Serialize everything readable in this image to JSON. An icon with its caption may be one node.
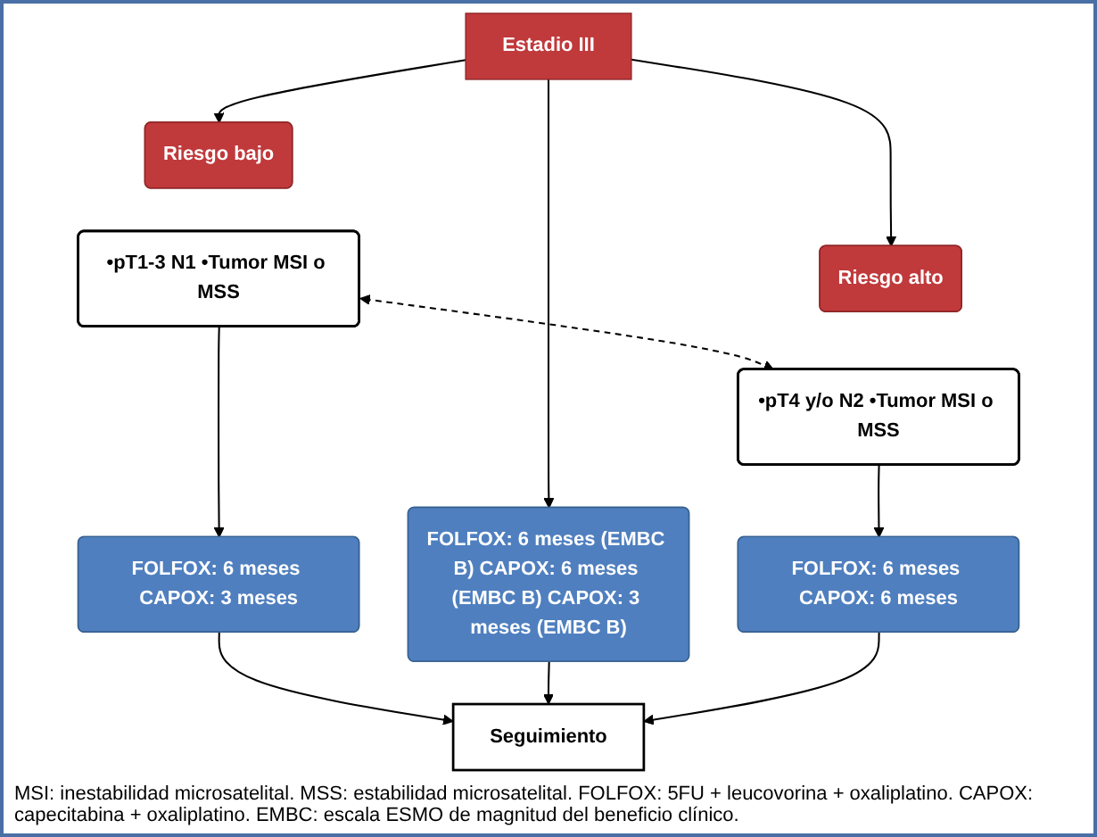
{
  "diagram": {
    "caption": "MSI: inestabilidad microsatelital. MSS: estabilidad microsatelital. FOLFOX:  5FU + leucovorina + oxaliplatino. CAPOX: capecitabina + oxaliplatino. EMBC: escala ESMO de magnitud del beneficio clínico.",
    "nodes": [
      {
        "text": [
          "Estadio III"
        ]
      },
      {
        "text": [
          "Riesgo bajo"
        ]
      },
      {
        "text": [
          "Riesgo alto"
        ]
      },
      {
        "text": [
          "•pT1-3 N1 •Tumor MSI o MSS"
        ]
      },
      {
        "text": [
          "•pT4 y/o N2 •Tumor MSI o MSS"
        ]
      },
      {
        "text": [
          "FOLFOX: 6 meses CAPOX: 3 meses"
        ]
      },
      {
        "text": [
          "FOLFOX: 6 meses (EMBC B) CAPOX: 6 meses (EMBC B) CAPOX: 3 meses (EMBC B)"
        ]
      },
      {
        "text": [
          "FOLFOX: 6 meses CAPOX: 6 meses"
        ]
      },
      {
        "text": [
          "Seguimiento"
        ]
      }
    ],
    "edges": [
      {
        "from": 0,
        "to": 1,
        "arrow": "to"
      },
      {
        "from": 0,
        "to": 2,
        "arrow": "to"
      },
      {
        "from": 0,
        "to": 6,
        "arrow": "to"
      },
      {
        "from": 3,
        "to": 4,
        "arrow": "both",
        "style": "dashed"
      },
      {
        "from": 3,
        "to": 5,
        "arrow": "to"
      },
      {
        "from": 4,
        "to": 7,
        "arrow": "to"
      },
      {
        "from": 5,
        "to": 8,
        "arrow": "to"
      },
      {
        "from": 6,
        "to": 8,
        "arrow": "to"
      },
      {
        "from": 7,
        "to": 8,
        "arrow": "to"
      }
    ]
  }
}
